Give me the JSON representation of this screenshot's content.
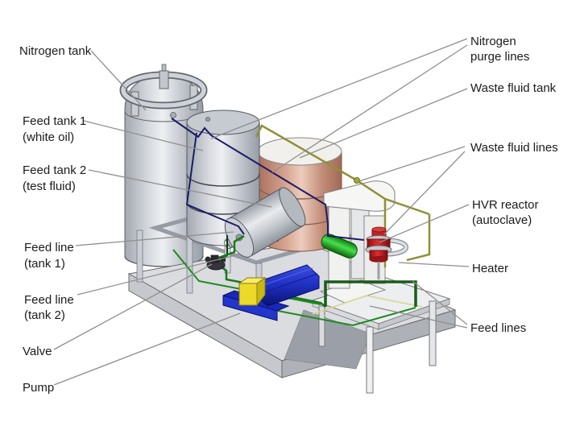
{
  "figure": {
    "type": "isometric-equipment-diagram",
    "background": "#ffffff"
  },
  "labels": {
    "nitrogen_tank": "Nitrogen tank",
    "feed_tank_1_l1": "Feed tank 1",
    "feed_tank_1_l2": "(white oil)",
    "feed_tank_2_l1": "Feed tank 2",
    "feed_tank_2_l2": "(test fluid)",
    "feed_line_1_l1": "Feed line",
    "feed_line_1_l2": "(tank 1)",
    "feed_line_2_l1": "Feed line",
    "feed_line_2_l2": "(tank 2)",
    "valve": "Valve",
    "pump": "Pump",
    "nitrogen_purge_l1": "Nitrogen",
    "nitrogen_purge_l2": "purge lines",
    "waste_fluid_tank": "Waste fluid tank",
    "waste_fluid_lines": "Waste fluid lines",
    "hvr_reactor_l1": "HVR reactor",
    "hvr_reactor_l2": "(autoclave)",
    "heater": "Heater",
    "feed_lines": "Feed lines"
  },
  "components": [
    {
      "name": "Nitrogen tank",
      "color": "#c9cdd3"
    },
    {
      "name": "Feed tank 1 (white oil)",
      "color": "#c9cdd3"
    },
    {
      "name": "Feed tank 2 (test fluid)",
      "color": "#c9cdd3"
    },
    {
      "name": "Waste fluid tank",
      "color": "#c98f7b"
    },
    {
      "name": "Nitrogen purge lines",
      "color": "#1c1c66"
    },
    {
      "name": "Waste fluid lines",
      "color": "#8f9038"
    },
    {
      "name": "Feed lines",
      "color": "#1a7a1a"
    },
    {
      "name": "Valve",
      "color": "#35353a"
    },
    {
      "name": "Pump",
      "color": "#2233cc"
    },
    {
      "name": "Pump junction box",
      "color": "#ecd92a"
    },
    {
      "name": "HVR reactor (autoclave)",
      "color": "#c62525"
    },
    {
      "name": "Heater",
      "color": "#d5d8dc"
    },
    {
      "name": "Green cylinder",
      "color": "#2ec82e"
    },
    {
      "name": "Base platform",
      "color": "#d8dade"
    },
    {
      "name": "Reactor table",
      "color": "#eceef0"
    }
  ]
}
